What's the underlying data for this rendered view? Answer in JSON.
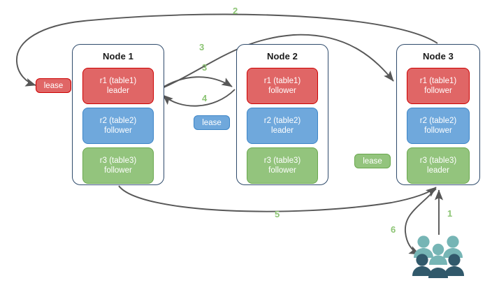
{
  "diagram": {
    "title": "Raft multi-replica lease diagram",
    "colors": {
      "edge": "#575757",
      "label": "#8cc474",
      "node_border": "#2e4a6b",
      "red_fill": "#e06666",
      "red_border": "#cc0000",
      "blue_fill": "#6fa8dc",
      "blue_border": "#3d85c6",
      "green_fill": "#93c47d",
      "green_border": "#6aa84f",
      "users_light": "#76b5b5",
      "users_dark": "#31596b"
    }
  },
  "nodes": [
    {
      "id": "node1",
      "title": "Node 1",
      "replicas": [
        {
          "name": "r1 (table1)",
          "role": "leader",
          "color": "red"
        },
        {
          "name": "r2 (table2)",
          "role": "follower",
          "color": "blue"
        },
        {
          "name": "r3 (table3)",
          "role": "follower",
          "color": "green"
        }
      ]
    },
    {
      "id": "node2",
      "title": "Node 2",
      "replicas": [
        {
          "name": "r1 (table1)",
          "role": "follower",
          "color": "red"
        },
        {
          "name": "r2 (table2)",
          "role": "leader",
          "color": "blue"
        },
        {
          "name": "r3 (table3)",
          "role": "follower",
          "color": "green"
        }
      ]
    },
    {
      "id": "node3",
      "title": "Node 3",
      "replicas": [
        {
          "name": "r1 (table1)",
          "role": "follower",
          "color": "red"
        },
        {
          "name": "r2 (table2)",
          "role": "follower",
          "color": "blue"
        },
        {
          "name": "r3 (table3)",
          "role": "leader",
          "color": "green"
        }
      ]
    }
  ],
  "leases": [
    {
      "id": "lease-red",
      "label": "lease",
      "color": "red"
    },
    {
      "id": "lease-blue",
      "label": "lease",
      "color": "blue"
    },
    {
      "id": "lease-green",
      "label": "lease",
      "color": "green"
    }
  ],
  "edge_labels": [
    {
      "id": "label-2",
      "text": "2"
    },
    {
      "id": "label-3-upper",
      "text": "3"
    },
    {
      "id": "label-3-lower",
      "text": "3"
    },
    {
      "id": "label-4",
      "text": "4"
    },
    {
      "id": "label-5",
      "text": "5"
    },
    {
      "id": "label-1",
      "text": "1"
    },
    {
      "id": "label-6",
      "text": "6"
    }
  ],
  "actors": {
    "users_icon": "users-icon"
  }
}
